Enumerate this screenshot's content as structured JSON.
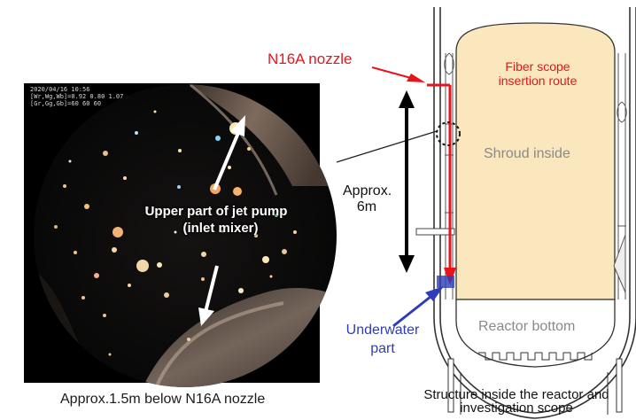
{
  "camera_overlay": {
    "line1": "2020/04/16 10:56",
    "line2": "[Wr,Wg,Wb]=0.92 0.80 1.07",
    "line3": "[Gr,Gg,Gb]=60 60 60"
  },
  "photo": {
    "label_line1": "Upper part  of jet pump",
    "label_line2": "(inlet mixer)",
    "caption": "Approx.1.5m below N16A nozzle"
  },
  "labels": {
    "nozzle": "N16A nozzle",
    "fiber_line1": "Fiber scope",
    "fiber_line2": "insertion route",
    "shroud": "Shroud inside",
    "approx_line1": "Approx.",
    "approx_line2": "6m",
    "reactor_bottom": "Reactor bottom",
    "underwater_line1": "Underwater",
    "underwater_line2": "part",
    "structure_line1": "Structure inside the reactor and",
    "structure_line2": "investigation scope"
  },
  "colors": {
    "route_red": "#e8141c",
    "underwater_blue": "#2e3cb8",
    "shroud_fill": "#fbe7bd",
    "vessel_line": "#333333"
  }
}
